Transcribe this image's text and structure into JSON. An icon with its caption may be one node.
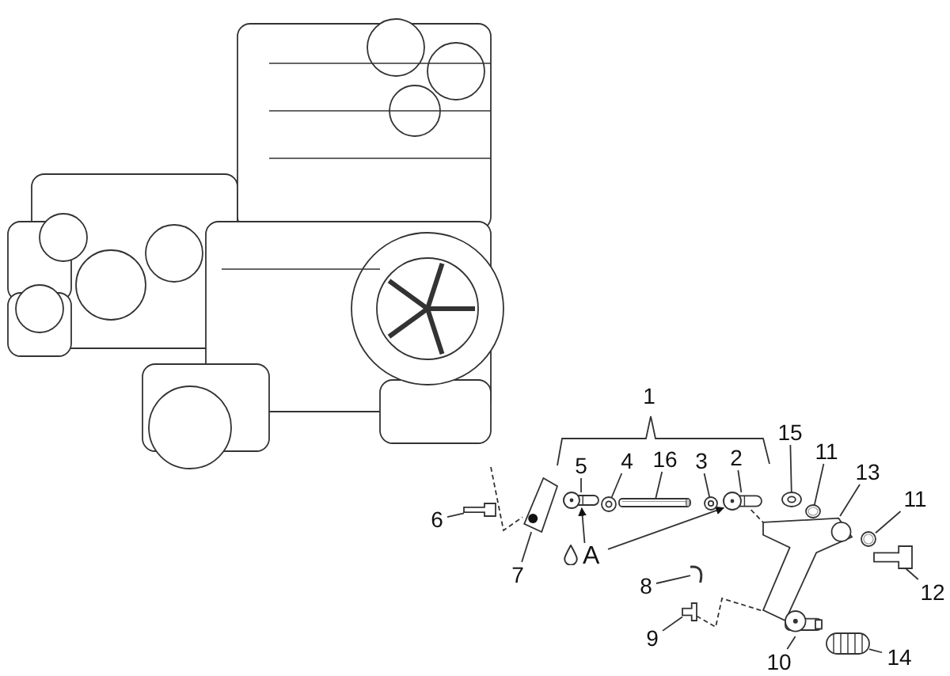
{
  "diagram": {
    "nodes": [
      {
        "text": [],
        "shape": "picture"
      },
      {
        "text": [
          "6"
        ]
      },
      {
        "text": [],
        "shape": "bolt"
      },
      {
        "text": [
          "7"
        ]
      },
      {
        "text": [],
        "shape": "lever"
      },
      {
        "text": [
          "5"
        ]
      },
      {
        "text": [],
        "shape": "pin"
      },
      {
        "text": [
          "4"
        ]
      },
      {
        "text": [],
        "shape": "nut"
      },
      {
        "text": [
          "16"
        ]
      },
      {
        "text": [],
        "shape": "rod"
      },
      {
        "text": [
          "3"
        ]
      },
      {
        "text": [],
        "shape": "nut"
      },
      {
        "text": [
          "2"
        ]
      },
      {
        "text": [],
        "shape": "pin"
      },
      {
        "text": [
          "15"
        ]
      },
      {
        "text": [],
        "shape": "washer"
      },
      {
        "text": [
          "11"
        ]
      },
      {
        "text": [],
        "shape": "ring"
      },
      {
        "text": [
          "13"
        ]
      },
      {
        "text": [],
        "shape": "lever"
      },
      {
        "text": [
          "11"
        ]
      },
      {
        "text": [],
        "shape": "ring"
      },
      {
        "text": [
          "12"
        ]
      },
      {
        "text": [],
        "shape": "bolt"
      },
      {
        "text": [
          "A"
        ]
      },
      {
        "text": [
          "8"
        ]
      },
      {
        "text": [],
        "shape": "clip"
      },
      {
        "text": [
          "9"
        ]
      },
      {
        "text": [],
        "shape": "bolt"
      },
      {
        "text": [
          "10"
        ]
      },
      {
        "text": [],
        "shape": "peg"
      },
      {
        "text": [
          "14"
        ]
      },
      {
        "text": [],
        "shape": "sleeve"
      }
    ],
    "edges": [
      {
        "from": 1,
        "to": 2,
        "arrow": "none"
      },
      {
        "from": 3,
        "to": 4,
        "arrow": "none"
      },
      {
        "from": 5,
        "to": 6,
        "arrow": "none"
      },
      {
        "from": 7,
        "to": 8,
        "arrow": "none"
      },
      {
        "from": 9,
        "to": 10,
        "arrow": "none"
      },
      {
        "from": 11,
        "to": 12,
        "arrow": "none"
      },
      {
        "from": 13,
        "to": 14,
        "arrow": "none"
      },
      {
        "from": 15,
        "to": 16,
        "arrow": "none"
      },
      {
        "from": 17,
        "to": 18,
        "arrow": "none"
      },
      {
        "from": 19,
        "to": 20,
        "arrow": "none"
      },
      {
        "from": 21,
        "to": 22,
        "arrow": "none"
      },
      {
        "from": 23,
        "to": 24,
        "arrow": "none"
      },
      {
        "from": 25,
        "to": 6,
        "arrow": "to"
      },
      {
        "from": 25,
        "to": 14,
        "arrow": "to"
      },
      {
        "from": 26,
        "to": 27,
        "arrow": "none"
      },
      {
        "from": 28,
        "to": 29,
        "arrow": "none"
      },
      {
        "from": 30,
        "to": 31,
        "arrow": "none"
      },
      {
        "from": 32,
        "to": 33,
        "arrow": "none"
      },
      {
        "from": 0,
        "to": 4,
        "arrow": "none",
        "style": "dashed"
      },
      {
        "from": 14,
        "to": 20,
        "arrow": "none",
        "style": "dashed"
      },
      {
        "from": 29,
        "to": 20,
        "arrow": "none",
        "style": "dashed"
      }
    ],
    "labels": [
      "1"
    ]
  }
}
